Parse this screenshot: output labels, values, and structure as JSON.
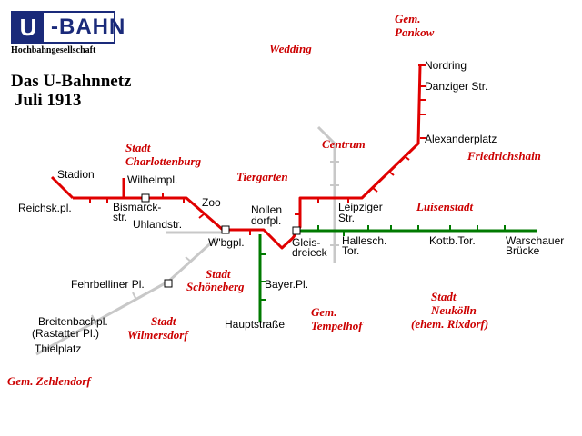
{
  "logo": {
    "letter": "U",
    "word": "-BAHN",
    "company": "Hochbahngesellschaft"
  },
  "title": {
    "line1": "Das U-Bahnnetz",
    "line2": "Juli 1913"
  },
  "colors": {
    "main_line": "#e00000",
    "south_line": "#007a00",
    "planned_line": "#c8c8c8",
    "district": "#cc0000",
    "logo": "#1a2a7a"
  },
  "districts": {
    "pankow": [
      "Gem.",
      "Pankow"
    ],
    "wedding": "Wedding",
    "charlottenburg": [
      "Stadt",
      "Charlottenburg"
    ],
    "centrum": "Centrum",
    "friedrichshain": "Friedrichshain",
    "tiergarten": "Tiergarten",
    "luisenstadt": "Luisenstadt",
    "schoeneberg": [
      "Stadt",
      "Schöneberg"
    ],
    "wilmersdorf": [
      "Stadt",
      "Wilmersdorf"
    ],
    "tempelhof": [
      "Gem.",
      "Tempelhof"
    ],
    "neukoelln": [
      "Stadt",
      "Neukölln",
      "(ehem. Rixdorf)"
    ],
    "zehlendorf": "Gem. Zehlendorf"
  },
  "stations": {
    "nordring": "Nordring",
    "danziger": "Danziger Str.",
    "alexanderplatz": "Alexanderplatz",
    "stadion": "Stadion",
    "wilhelmpl": "Wilhelmpl.",
    "reichskpl": "Reichsk.pl.",
    "bismarckstr": [
      "Bismarck-",
      "str."
    ],
    "zoo": "Zoo",
    "uhlandstr": "Uhlandstr.",
    "nollendorfpl": [
      "Nollen",
      "dorfpl."
    ],
    "leipziger": [
      "Leipziger",
      "Str."
    ],
    "wittenbergpl": "W'bgpl.",
    "gleisdreieck": [
      "Gleis-",
      "dreieck"
    ],
    "hallesch": [
      "Hallesch.",
      "Tor."
    ],
    "kottbtor": "Kottb.Tor.",
    "warschauer": [
      "Warschauer",
      "Brücke"
    ],
    "fehrbelliner": "Fehrbelliner Pl.",
    "bayerpl": "Bayer.Pl.",
    "hauptstrasse": "Hauptstraße",
    "breitenbach": [
      "Breitenbachpl.",
      "(Rastatter Pl.)"
    ],
    "thielplatz": "Thielplatz"
  }
}
